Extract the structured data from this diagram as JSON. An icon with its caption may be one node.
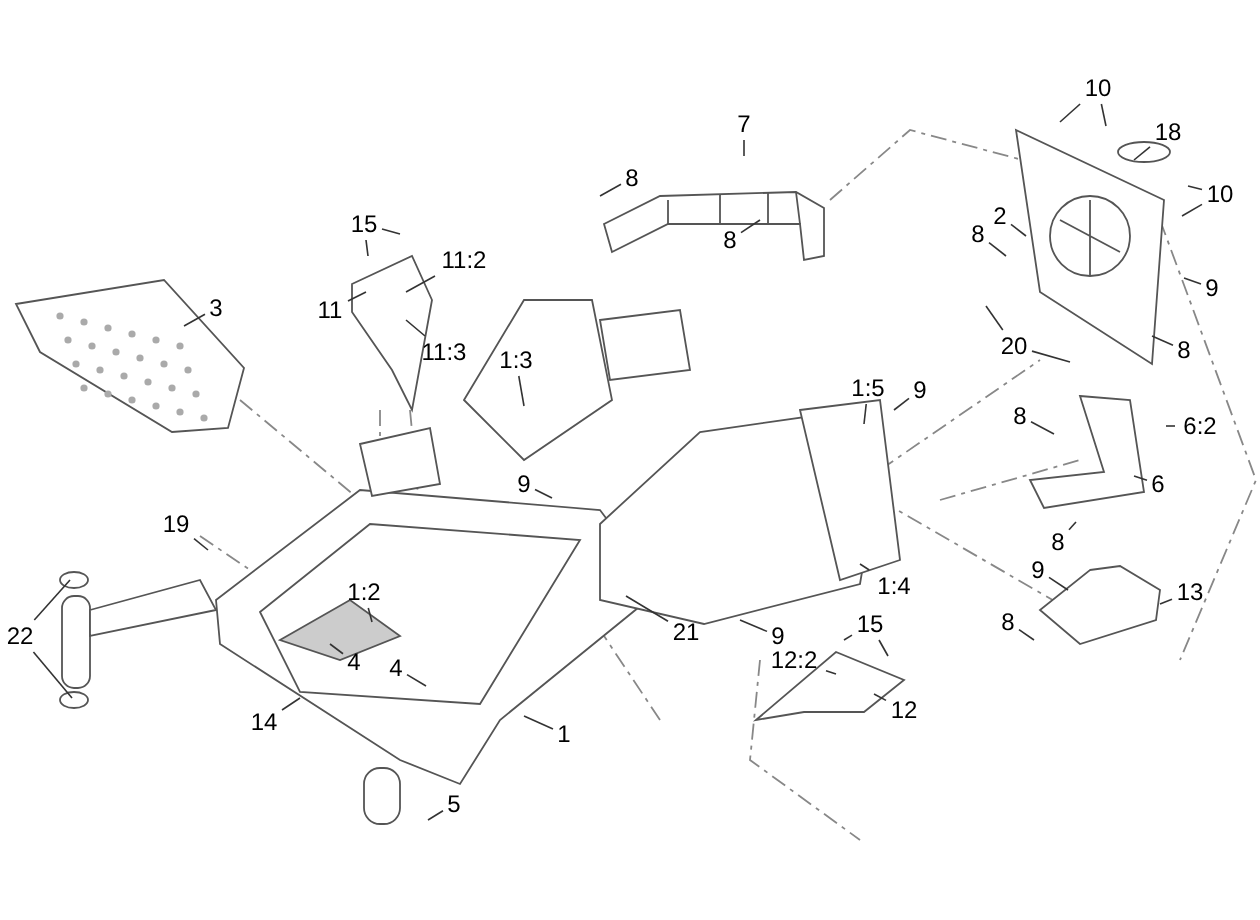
{
  "diagram": {
    "nodes": [
      {
        "text": [
          "3"
        ]
      },
      {
        "text": [
          "15"
        ]
      },
      {
        "text": [
          "11:2"
        ]
      },
      {
        "text": [
          "11"
        ]
      },
      {
        "text": [
          "11:3"
        ]
      },
      {
        "text": [
          "1:3"
        ]
      },
      {
        "text": [
          "8"
        ]
      },
      {
        "text": [
          "7"
        ]
      },
      {
        "text": [
          "8"
        ]
      },
      {
        "text": [
          "10"
        ]
      },
      {
        "text": [
          "18"
        ]
      },
      {
        "text": [
          "10"
        ]
      },
      {
        "text": [
          "2"
        ]
      },
      {
        "text": [
          "8"
        ]
      },
      {
        "text": [
          "9"
        ]
      },
      {
        "text": [
          "20"
        ]
      },
      {
        "text": [
          "8"
        ]
      },
      {
        "text": [
          "1:5"
        ]
      },
      {
        "text": [
          "9"
        ]
      },
      {
        "text": [
          "8"
        ]
      },
      {
        "text": [
          "6:2"
        ]
      },
      {
        "text": [
          "6"
        ]
      },
      {
        "text": [
          "8"
        ]
      },
      {
        "text": [
          "9"
        ]
      },
      {
        "text": [
          "13"
        ]
      },
      {
        "text": [
          "8"
        ]
      },
      {
        "text": [
          "19"
        ]
      },
      {
        "text": [
          "1:2"
        ]
      },
      {
        "text": [
          "4"
        ]
      },
      {
        "text": [
          "4"
        ]
      },
      {
        "text": [
          "22"
        ]
      },
      {
        "text": [
          "14"
        ]
      },
      {
        "text": [
          "1"
        ]
      },
      {
        "text": [
          "5"
        ]
      },
      {
        "text": [
          "21"
        ]
      },
      {
        "text": [
          "9"
        ]
      },
      {
        "text": [
          "1:4"
        ]
      },
      {
        "text": [
          "15"
        ]
      },
      {
        "text": [
          "12:2"
        ]
      },
      {
        "text": [
          "12"
        ]
      },
      {
        "text": [
          "9"
        ]
      }
    ],
    "edges": [
      {
        "from": 0,
        "to": null,
        "arrow": "none"
      },
      {
        "from": 1,
        "to": null,
        "arrow": "none"
      },
      {
        "from": 1,
        "to": null,
        "arrow": "none"
      },
      {
        "from": 2,
        "to": null,
        "arrow": "none"
      },
      {
        "from": 3,
        "to": null,
        "arrow": "none"
      },
      {
        "from": 4,
        "to": null,
        "arrow": "none"
      },
      {
        "from": 5,
        "to": null,
        "arrow": "none"
      },
      {
        "from": 6,
        "to": null,
        "arrow": "none"
      },
      {
        "from": 7,
        "to": null,
        "arrow": "none"
      },
      {
        "from": 8,
        "to": null,
        "arrow": "none"
      },
      {
        "from": 9,
        "to": null,
        "arrow": "none"
      },
      {
        "from": 9,
        "to": null,
        "arrow": "none"
      },
      {
        "from": 10,
        "to": null,
        "arrow": "none"
      },
      {
        "from": 11,
        "to": null,
        "arrow": "none"
      },
      {
        "from": 11,
        "to": null,
        "arrow": "none"
      },
      {
        "from": 12,
        "to": null,
        "arrow": "none"
      },
      {
        "from": 13,
        "to": null,
        "arrow": "none"
      },
      {
        "from": 14,
        "to": null,
        "arrow": "none"
      },
      {
        "from": 15,
        "to": null,
        "arrow": "none"
      },
      {
        "from": 15,
        "to": null,
        "arrow": "none"
      },
      {
        "from": 16,
        "to": null,
        "arrow": "none"
      },
      {
        "from": 17,
        "to": null,
        "arrow": "none"
      },
      {
        "from": 18,
        "to": null,
        "arrow": "none"
      },
      {
        "from": 19,
        "to": null,
        "arrow": "none"
      },
      {
        "from": 20,
        "to": null,
        "arrow": "none"
      },
      {
        "from": 21,
        "to": null,
        "arrow": "none"
      },
      {
        "from": 22,
        "to": null,
        "arrow": "none"
      },
      {
        "from": 23,
        "to": null,
        "arrow": "none"
      },
      {
        "from": 24,
        "to": null,
        "arrow": "none"
      },
      {
        "from": 25,
        "to": null,
        "arrow": "none"
      },
      {
        "from": 26,
        "to": null,
        "arrow": "none"
      },
      {
        "from": 27,
        "to": null,
        "arrow": "none"
      },
      {
        "from": 28,
        "to": null,
        "arrow": "none"
      },
      {
        "from": 29,
        "to": null,
        "arrow": "none"
      },
      {
        "from": 30,
        "to": null,
        "arrow": "none"
      },
      {
        "from": 30,
        "to": null,
        "arrow": "none"
      },
      {
        "from": 31,
        "to": null,
        "arrow": "none"
      },
      {
        "from": 32,
        "to": null,
        "arrow": "none"
      },
      {
        "from": 33,
        "to": null,
        "arrow": "none"
      },
      {
        "from": 34,
        "to": null,
        "arrow": "none"
      },
      {
        "from": 35,
        "to": null,
        "arrow": "none"
      },
      {
        "from": 36,
        "to": null,
        "arrow": "none"
      },
      {
        "from": 37,
        "to": null,
        "arrow": "none"
      },
      {
        "from": 37,
        "to": null,
        "arrow": "none"
      },
      {
        "from": 38,
        "to": null,
        "arrow": "none"
      },
      {
        "from": 39,
        "to": null,
        "arrow": "none"
      },
      {
        "from": 40,
        "to": null,
        "arrow": "none"
      }
    ]
  }
}
